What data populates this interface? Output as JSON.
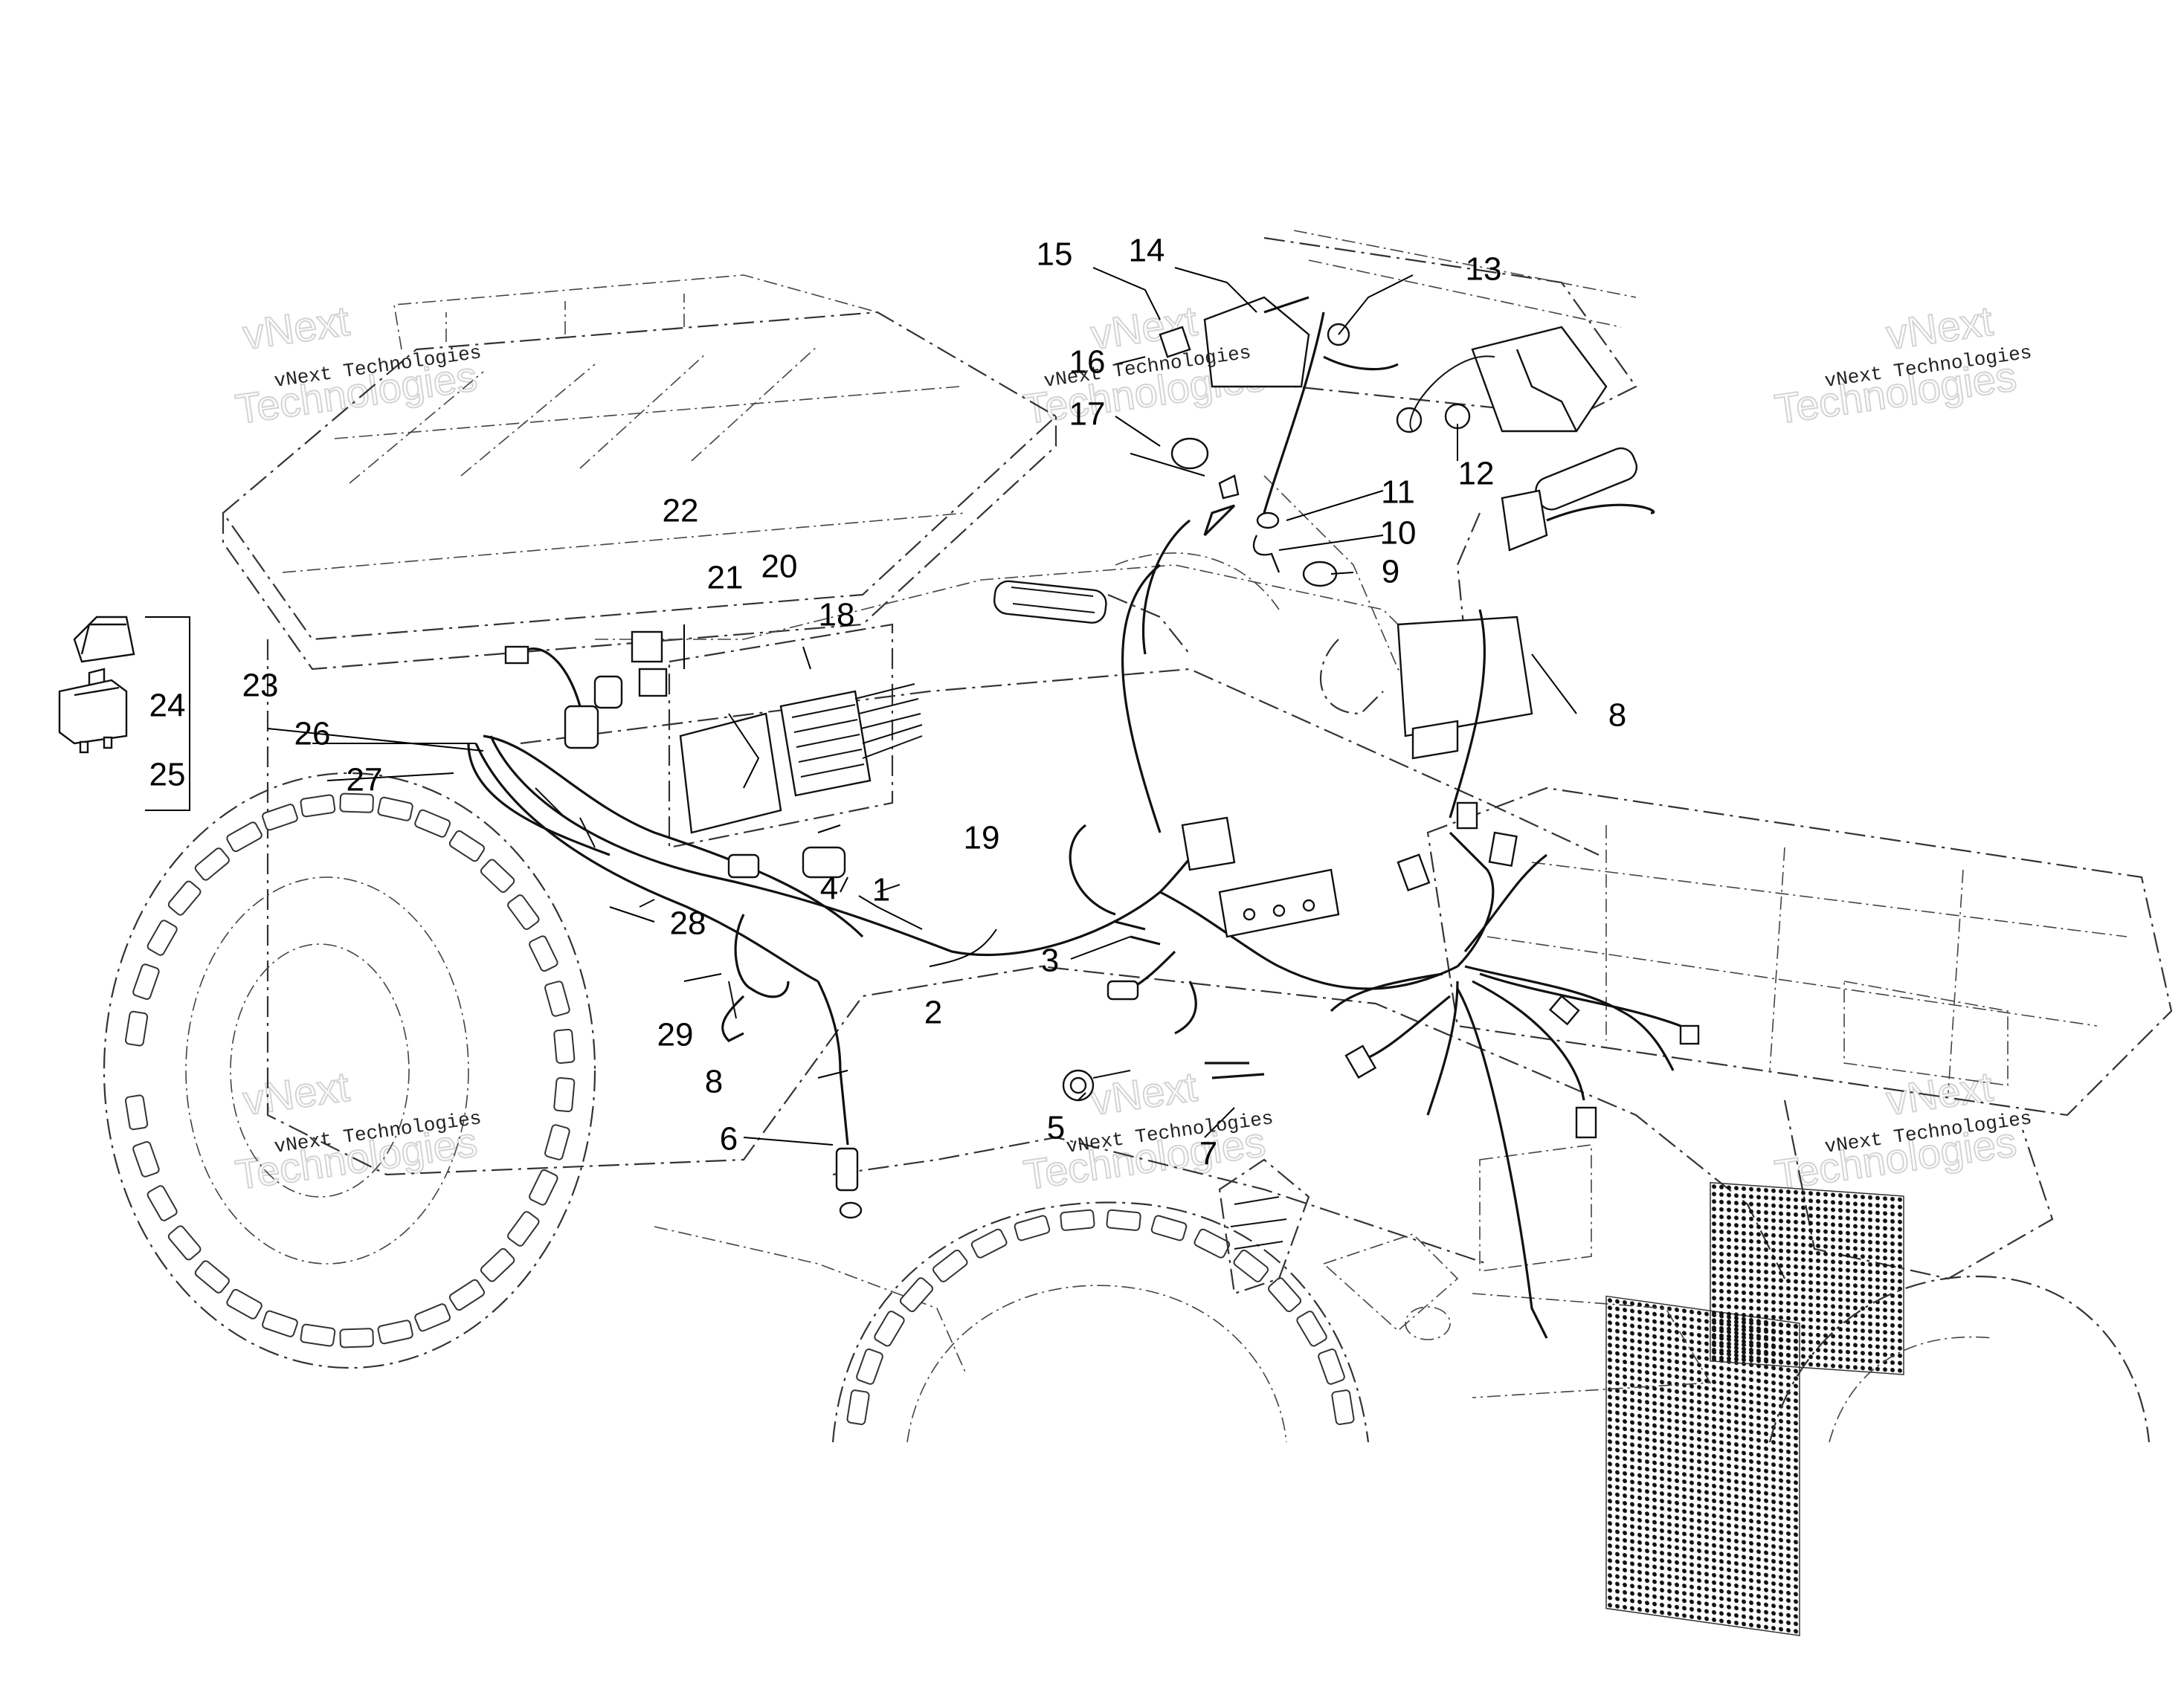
{
  "watermark": {
    "brand_line": "vNext Technologies",
    "word_1": "vNext",
    "word_2": "Technologies"
  },
  "callouts": [
    {
      "id": "1",
      "label": "1"
    },
    {
      "id": "2",
      "label": "2"
    },
    {
      "id": "3",
      "label": "3"
    },
    {
      "id": "4",
      "label": "4"
    },
    {
      "id": "5",
      "label": "5"
    },
    {
      "id": "6",
      "label": "6"
    },
    {
      "id": "7",
      "label": "7"
    },
    {
      "id": "8a",
      "label": "8"
    },
    {
      "id": "8b",
      "label": "8"
    },
    {
      "id": "9",
      "label": "9"
    },
    {
      "id": "10",
      "label": "10"
    },
    {
      "id": "11",
      "label": "11"
    },
    {
      "id": "12",
      "label": "12"
    },
    {
      "id": "13",
      "label": "13"
    },
    {
      "id": "14",
      "label": "14"
    },
    {
      "id": "15",
      "label": "15"
    },
    {
      "id": "16",
      "label": "16"
    },
    {
      "id": "17",
      "label": "17"
    },
    {
      "id": "18",
      "label": "18"
    },
    {
      "id": "19",
      "label": "19"
    },
    {
      "id": "20",
      "label": "20"
    },
    {
      "id": "21",
      "label": "21"
    },
    {
      "id": "22",
      "label": "22"
    },
    {
      "id": "23",
      "label": "23"
    },
    {
      "id": "24",
      "label": "24"
    },
    {
      "id": "25",
      "label": "25"
    },
    {
      "id": "26",
      "label": "26"
    },
    {
      "id": "27",
      "label": "27"
    },
    {
      "id": "28",
      "label": "28"
    },
    {
      "id": "29",
      "label": "29"
    }
  ]
}
